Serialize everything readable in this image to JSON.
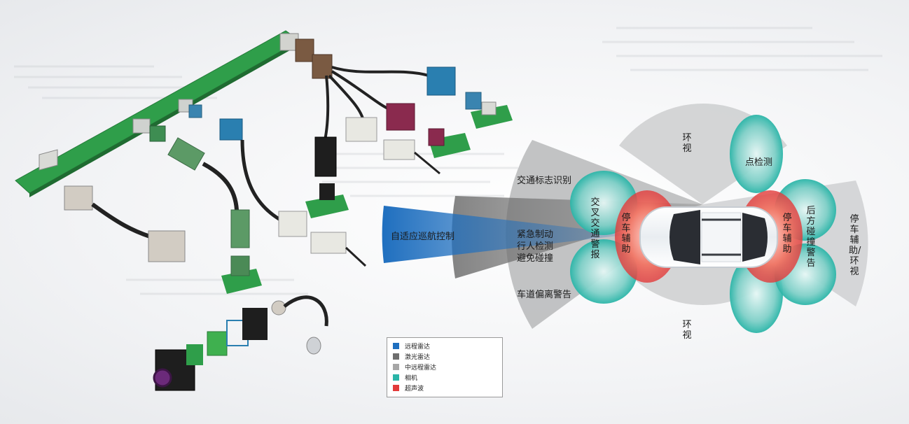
{
  "labels": {
    "acc": "自适应巡航控制",
    "traffic_sign": "交通标志识别",
    "aeb": "紧急制动",
    "pedestrian": "行人检测",
    "collision": "避免碰撞",
    "lane": "车道偏离警告",
    "cross_traffic": "交叉交通警报",
    "park_front": "停车辅助",
    "park_rear": "停车辅助",
    "surround_top": "环视",
    "surround_bottom": "环视",
    "blind_spot": "点检测",
    "rear_collision": "后方碰撞警告",
    "rear_park_view": "停车辅助/环视"
  },
  "legend": {
    "items": [
      {
        "label": "远程雷达",
        "color": "#1f6fbf"
      },
      {
        "label": "激光雷达",
        "color": "#6e6e6e"
      },
      {
        "label": "中远程雷达",
        "color": "#a6a6a6"
      },
      {
        "label": "相机",
        "color": "#2bb5a8"
      },
      {
        "label": "超声波",
        "color": "#e23a3a"
      }
    ]
  },
  "colors": {
    "long_radar": "#1f6fbf",
    "lidar": "#6e6e6e",
    "mid_radar": "#a6a6a6",
    "camera": "#2bb5a8",
    "ultrasonic": "#e23a3a",
    "pcb_green": "#2f9e4a"
  }
}
